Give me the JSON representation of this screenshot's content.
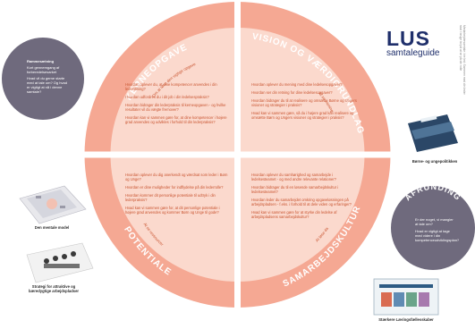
{
  "brand": {
    "logo_main": "LUS",
    "logo_sub": "samtaleguide",
    "vertical_note": "Medarbejdersamtale i tre led: Sammen med din leder skal I bruge tid på at se på din rolle"
  },
  "colors": {
    "outer_ring": "#f5a893",
    "inner_fill": "#fbd9cd",
    "side_circle": "#6f6a7d",
    "question_text": "#c8532f",
    "ring_text": "#ffffff",
    "brand_blue": "#1f2f6b"
  },
  "ring_titles": {
    "kerneopgave": "KERNEOPGAVE",
    "vision": "VISION OG VÆRDIGRUNDLAG",
    "potentiale": "POTENTIALE",
    "samarbejdskultur": "SAMARBEJDSKULTUR"
  },
  "ring_subtitles": {
    "kerneopgave": "Om at løse den vigtige opgave",
    "vision": "At se mening",
    "potentiale": "At se ressourcer",
    "samarbejdskultur": "At løse da"
  },
  "quadrants": {
    "top_left": [
      "Hvordan oplever du, at dine kompetencer anvendes i din lederstilling?",
      "Hvordan udfordres du i dit job i din ledelsespraksis?",
      "Hvordan bidrager din lederpraksis til kerneopgaven - og hvilke resultater vil du vægte fremover?",
      "Hvordan kan vi sammen gøre for, at dine kompetencer i højere grad anvendes og udvikles i forhold til din lederpraksis?"
    ],
    "top_right": [
      "Hvordan oplever du mening med dine ledelsesopgaver?",
      "Hvordan ser din retning for dine ledelsesopgaver?",
      "Hvordan bidrager du til at realisere og omsætte Børne og Ungers visioner og strategier i praksis?",
      "Hvad kan vi sammen gøre, så du i højere grad kan realisere og omsætte Børn og Ungers visioner og strategier i praksis?"
    ],
    "bottom_left": [
      "Hvordan oplever du dig anerkendt og værdsat som leder i Børn og Unge?",
      "Hvordan er dine muligheder for indflydelse på din lederrolle?",
      "Hvordan kommer dit personlige potentiale til udtryk i din lederpraksis?",
      "Hvad kan vi sammen gøre for, at dit personlige potentiale i højere grad anvendes og kommer Børn og Unge til gode?"
    ],
    "bottom_right": [
      "Hvordan oplever du samhørighed og samarbejde i ledelsesteamet - og med andre relevante relationer?",
      "Hvordan bidrager du til en løsende samarbejdskultur i ledelsesteamet?",
      "Hvordan leder du samarbejdet omkring opgaveløsningen på arbejdspladsen - f.eks. i forhold til at dele viden og erfaringer?",
      "Hvad kan vi sammen gøre for at styrke din ledelse af arbejdspladsens samarbejdskultur?"
    ]
  },
  "indledning": {
    "title": "INDLEDNING",
    "items": [
      "Rammesætning",
      "Kort gennemgang af forberedelsesarket",
      "Hvad vil du gerne starte med at tale om? Og hvad er vigtigt at nå i denne samtale?"
    ]
  },
  "afrunding": {
    "title": "AFRUNDING",
    "items": [
      "Er der noget, vi mangler at tale om?",
      "Hvad er vigtigt at tage med videre i din kompetenceudviklingsplan?"
    ]
  },
  "captions": {
    "mental_model": "Den mentale model",
    "strategy": "Strategi for attraktive og bæredygtige arbejdspladser",
    "policy": "Børne- og ungepolitikken",
    "community": "Stærkere Læringsfællesskaber"
  }
}
